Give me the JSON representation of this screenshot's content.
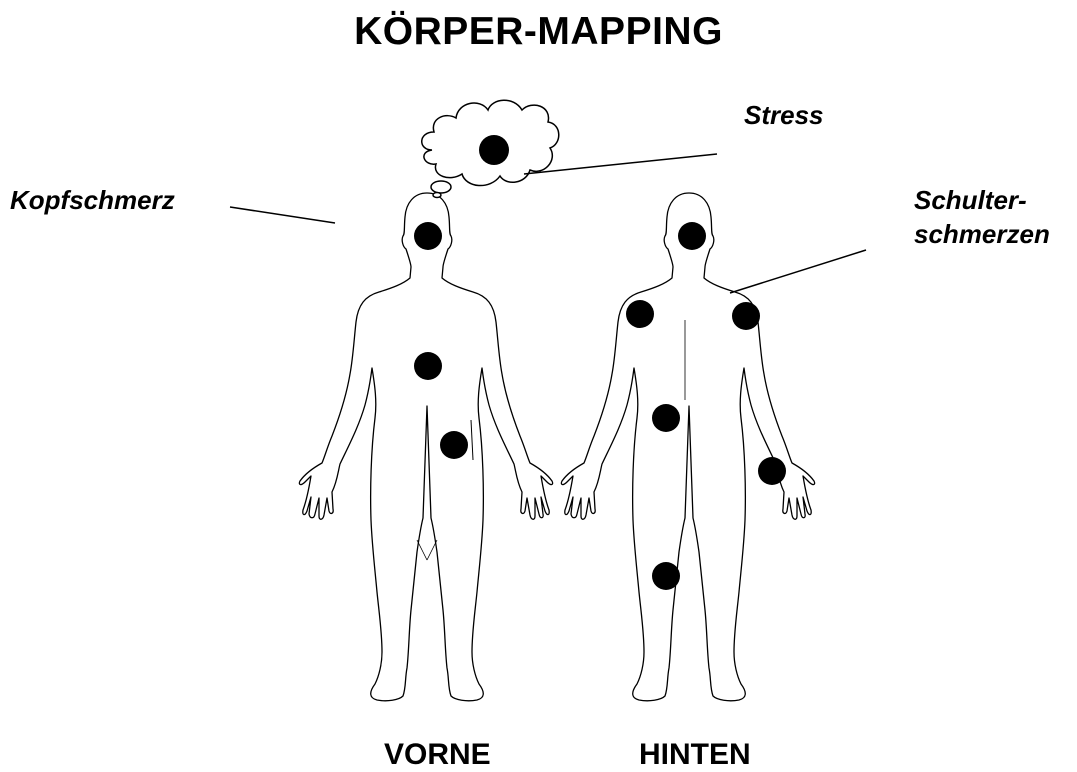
{
  "title": "KÖRPER-MAPPING",
  "labels": {
    "stress": "Stress",
    "kopfschmerz": "Kopfschmerz",
    "schulter_line1": "Schulter-",
    "schulter_line2": "schmerzen"
  },
  "captions": {
    "front": "VORNE",
    "back": "HINTEN"
  },
  "colors": {
    "ink": "#000000",
    "background": "#ffffff"
  }
}
